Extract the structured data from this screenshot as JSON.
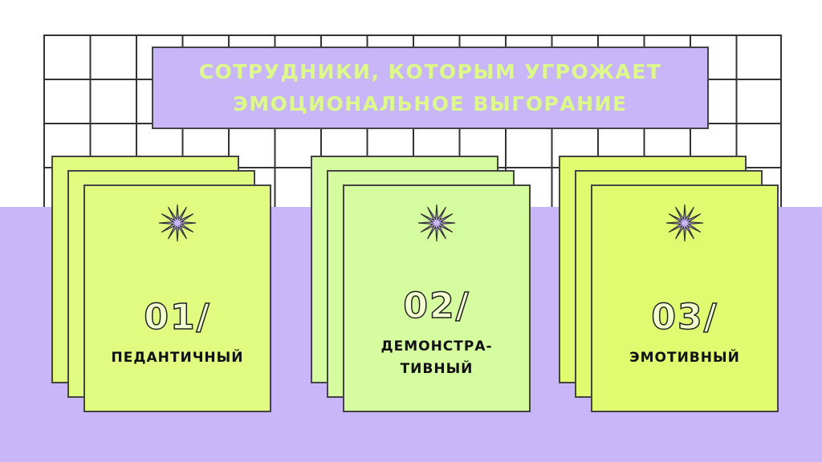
{
  "title": {
    "line1": "СОТРУДНИКИ, КОТОРЫМ УГРОЖАЕТ",
    "line2": "ЭМОЦИОНАЛЬНОЕ ВЫГОРАНИЕ"
  },
  "cards": [
    {
      "number": "01/",
      "label_line1": "ПЕДАНТИЧНЫЙ",
      "label_line2": "",
      "color": "#e0fb80"
    },
    {
      "number": "02/",
      "label_line1": "ДЕМОНСТРА-",
      "label_line2": "ТИВНЫЙ",
      "color": "#d6fca0"
    },
    {
      "number": "03/",
      "label_line1": "ЭМОТИВНЫЙ",
      "label_line2": "",
      "color": "#e0fb70"
    }
  ],
  "colors": {
    "purple": "#c9b6f8",
    "lime": "#dcf98a"
  }
}
